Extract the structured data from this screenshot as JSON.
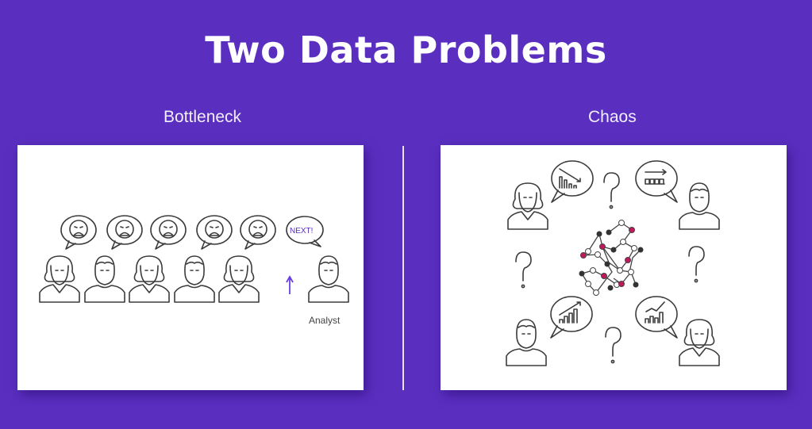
{
  "slide": {
    "title": "Two Data Problems",
    "background_color": "#5a2fc0",
    "accent_color": "#c2185b"
  },
  "left_panel": {
    "heading": "Bottleneck",
    "speech_bubbles": [
      "sad-face",
      "sad-face",
      "sad-face",
      "sad-face",
      "sad-face",
      "NEXT!"
    ],
    "next_label": "NEXT!",
    "people": [
      "woman",
      "man",
      "woman",
      "man",
      "woman"
    ],
    "arrow": "up-arrow",
    "analyst_label": "Analyst"
  },
  "right_panel": {
    "heading": "Chaos",
    "people": [
      "woman",
      "man",
      "man",
      "woman"
    ],
    "chart_bubbles": [
      "declining-bar-chart",
      "flat-bar-chart",
      "rising-bar-chart",
      "rising-line-bar-chart"
    ],
    "question_marks": 4,
    "center_graphic": "tangled-network"
  }
}
